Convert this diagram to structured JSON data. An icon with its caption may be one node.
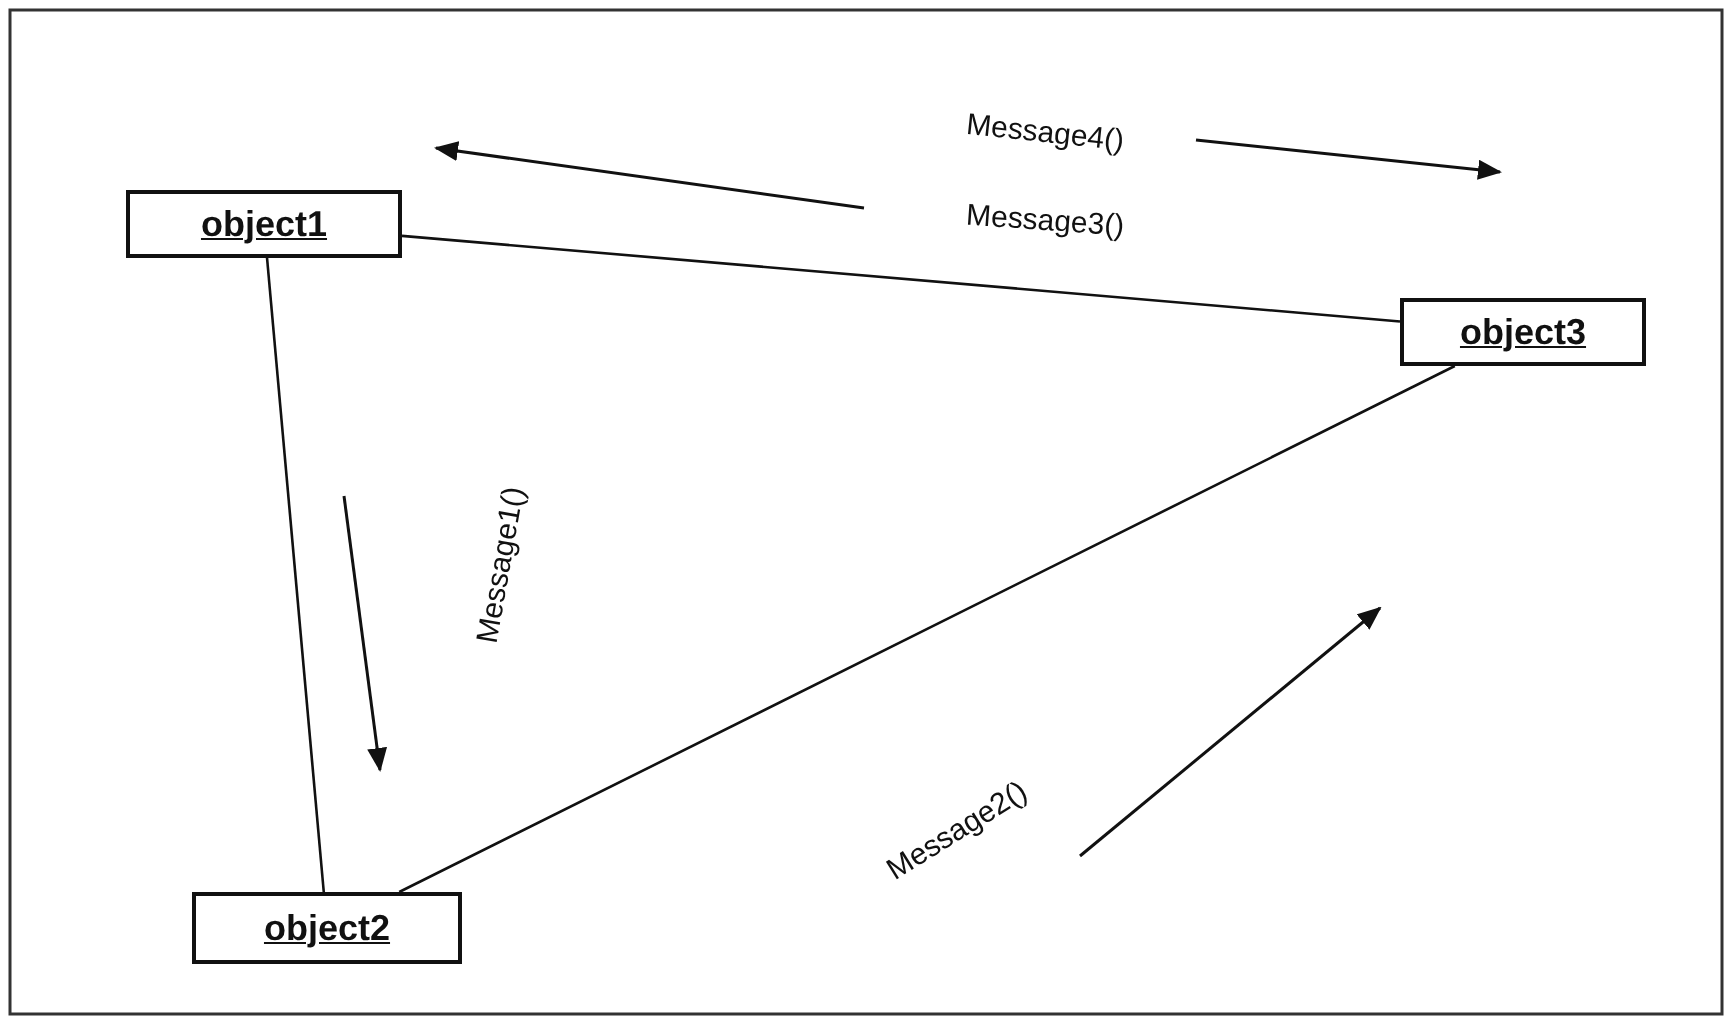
{
  "diagram": {
    "nodes": [
      {
        "text": [
          "object1"
        ]
      },
      {
        "text": [
          "object2"
        ]
      },
      {
        "text": [
          "object3"
        ]
      }
    ],
    "edges": [
      {
        "from": 0,
        "to": 2,
        "arrow": "none"
      },
      {
        "from": 0,
        "to": 1,
        "arrow": "none"
      },
      {
        "from": 1,
        "to": 2,
        "arrow": "none"
      }
    ],
    "labels": [
      "Message4()",
      "Message3()",
      "Message1()",
      "Message2()"
    ]
  }
}
